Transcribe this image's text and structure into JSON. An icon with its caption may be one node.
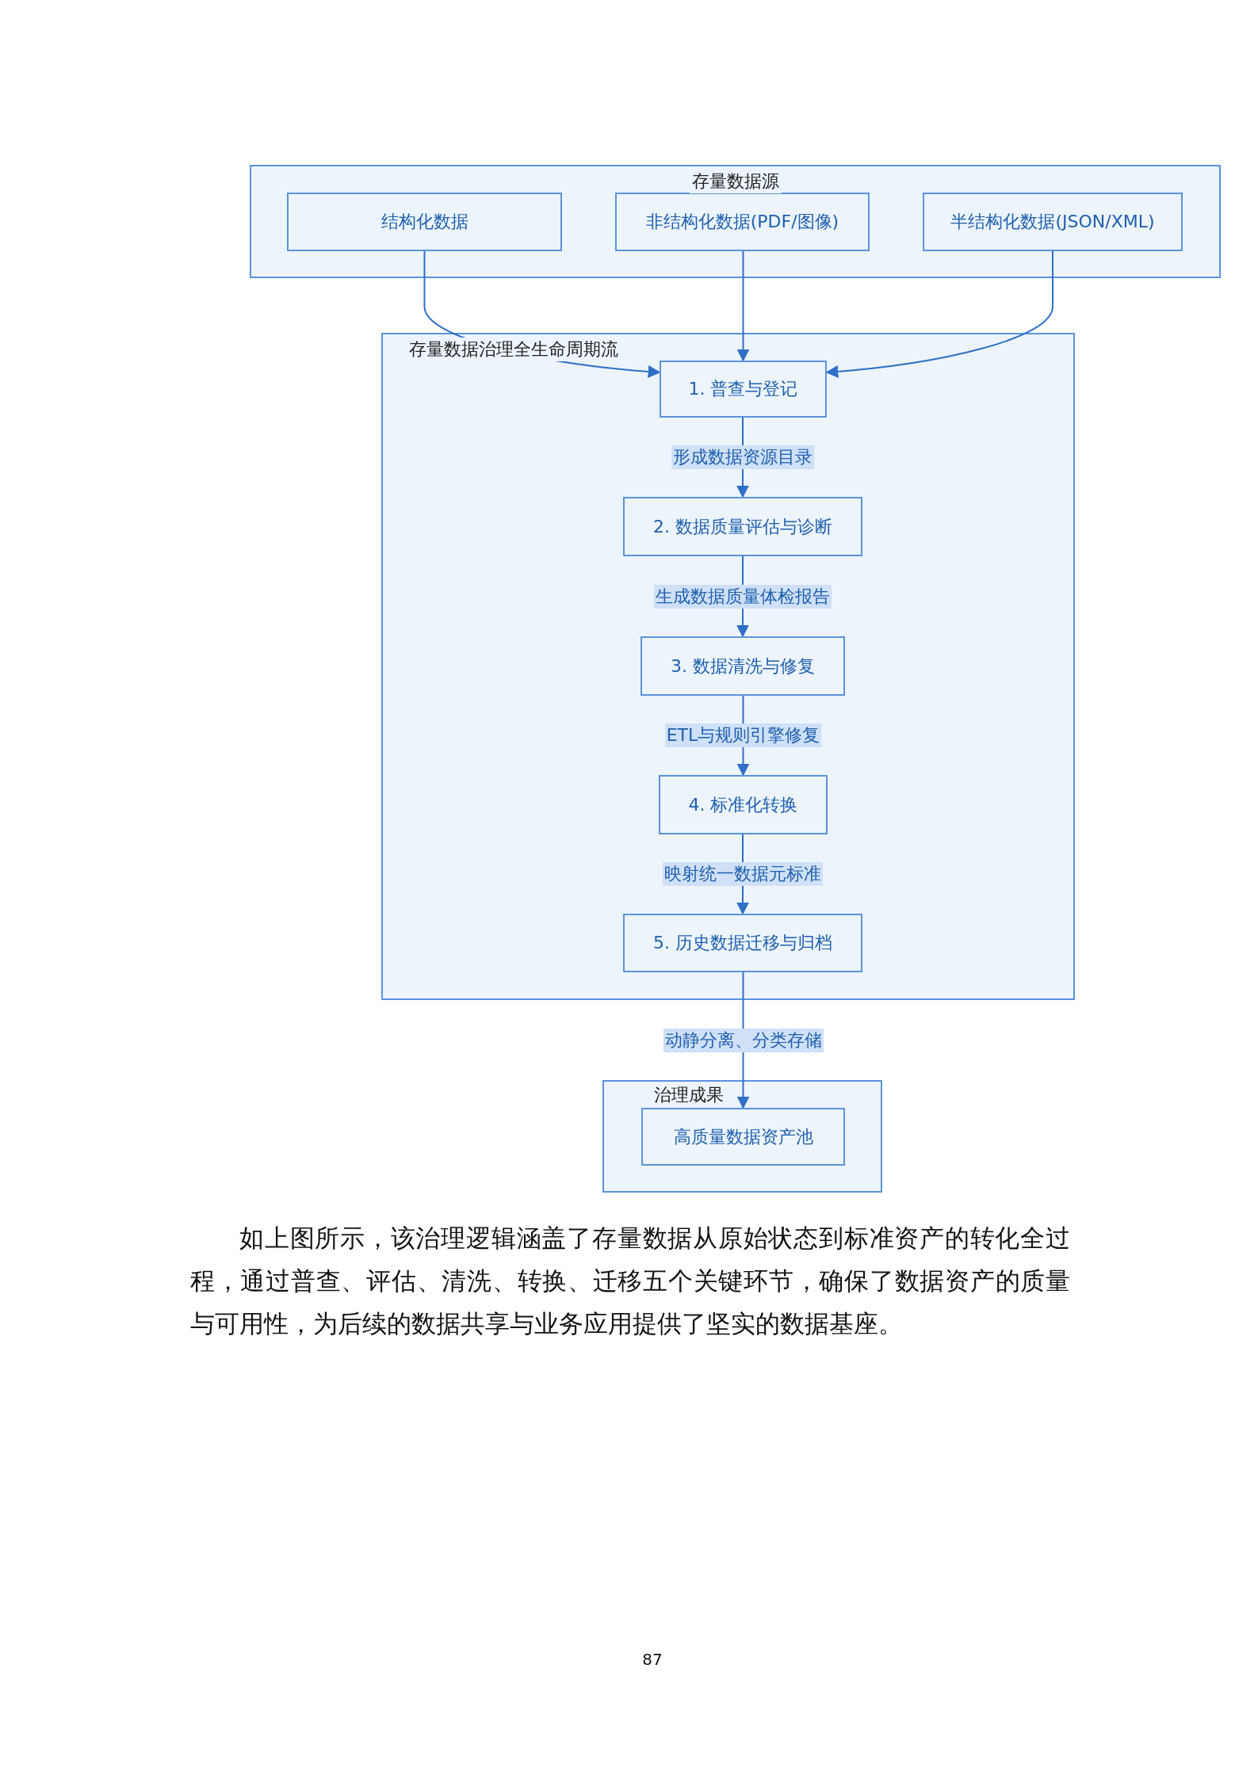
{
  "diagram": {
    "nodes": [
      {
        "text": [
          "存量数据源"
        ]
      },
      {
        "text": [
          "结构化数据"
        ],
        "in": 0
      },
      {
        "text": [
          "非结构化数据(PDF/图像)"
        ],
        "in": 0
      },
      {
        "text": [
          "半结构化数据(JSON/XML)"
        ],
        "in": 0
      },
      {
        "text": [
          "存量数据治理全生命周期流"
        ]
      },
      {
        "text": [
          "1. 普查与登记"
        ],
        "in": 4
      },
      {
        "text": [
          "2. 数据质量评估与诊断"
        ],
        "in": 4
      },
      {
        "text": [
          "3. 数据清洗与修复"
        ],
        "in": 4
      },
      {
        "text": [
          "4. 标准化转换"
        ],
        "in": 4
      },
      {
        "text": [
          "5. 历史数据迁移与归档"
        ],
        "in": 4
      },
      {
        "text": [
          "治理成果"
        ]
      },
      {
        "text": [
          "高质量数据资产池"
        ],
        "in": 10
      }
    ],
    "edges": [
      {
        "from": 1,
        "to": 5,
        "arrow": "to"
      },
      {
        "from": 2,
        "to": 5,
        "arrow": "to"
      },
      {
        "from": 3,
        "to": 5,
        "arrow": "to"
      },
      {
        "from": 5,
        "to": 6,
        "arrow": "to",
        "label": "形成数据资源目录"
      },
      {
        "from": 6,
        "to": 7,
        "arrow": "to",
        "label": "生成数据质量体检报告"
      },
      {
        "from": 7,
        "to": 8,
        "arrow": "to",
        "label": "ETL与规则引擎修复"
      },
      {
        "from": 8,
        "to": 9,
        "arrow": "to",
        "label": "映射统一数据元标准"
      },
      {
        "from": 9,
        "to": 11,
        "arrow": "to",
        "label": "动静分离、分类存储"
      }
    ],
    "labels": [
      "如上图所示，该治理逻辑涵盖了存量数据从原始状态到标准资产的转化全过程，通过普查、评估、清洗、转换、迁移五个关键环节，确保了数据资产的质量与可用性，为后续的数据共享与业务应用提供了坚实的数据基座。",
      "87"
    ]
  }
}
